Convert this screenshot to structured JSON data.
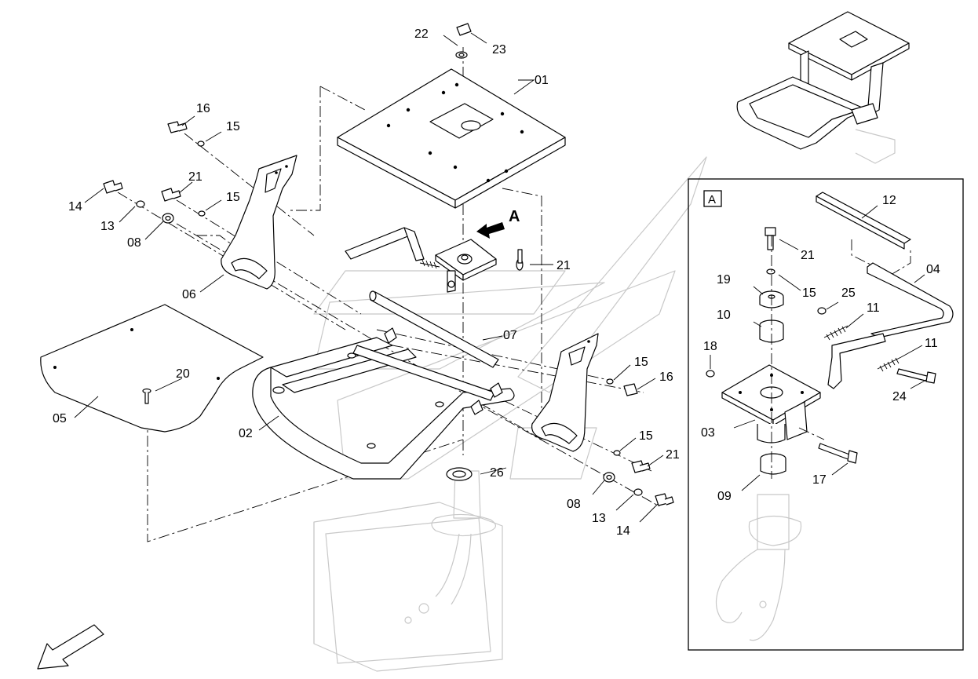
{
  "callouts": {
    "c22": "22",
    "c23": "23",
    "c01": "01",
    "c16a": "16",
    "c15a": "15",
    "c21a": "21",
    "c15b": "15",
    "c14a": "14",
    "c13a": "13",
    "c08a": "08",
    "c06": "06",
    "c21b": "21",
    "c07": "07",
    "c20": "20",
    "c05": "05",
    "c02": "02",
    "c15c": "15",
    "c16b": "16",
    "c15d": "15",
    "c21c": "21",
    "c26": "26",
    "c08b": "08",
    "c13b": "13",
    "c14b": "14"
  },
  "view_marker": "A",
  "detail": {
    "tag": "A",
    "callouts": {
      "c12": "12",
      "c04": "04",
      "c21": "21",
      "c19": "19",
      "c15": "15",
      "c25": "25",
      "c11a": "11",
      "c10": "10",
      "c11b": "11",
      "c18": "18",
      "c24": "24",
      "c03": "03",
      "c17": "17",
      "c09": "09"
    }
  },
  "icons": {
    "view-direction": "arrow-icon",
    "orientation": "direction-arrow-icon"
  }
}
